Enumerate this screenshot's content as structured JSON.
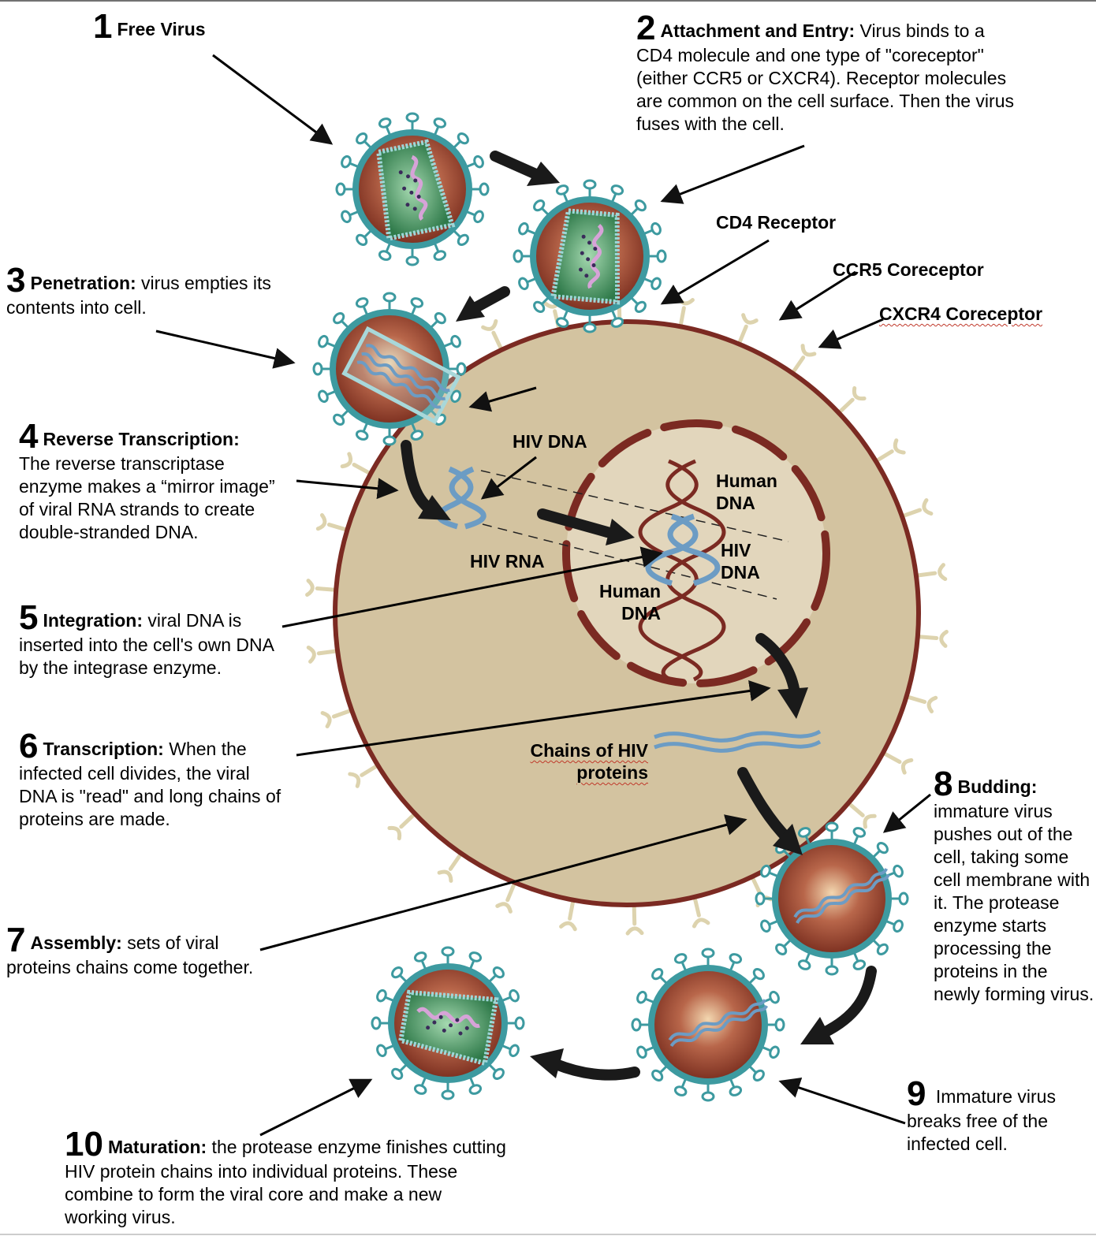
{
  "steps": [
    {
      "num": "1",
      "title": "Free Virus",
      "body": ""
    },
    {
      "num": "2",
      "title": "Attachment and Entry:",
      "body": " Virus binds to a CD4 molecule and one type of \"coreceptor\" (either CCR5 or CXCR4). Receptor molecules are common on the cell surface. Then the virus fuses with the cell."
    },
    {
      "num": "3",
      "title": "Penetration:",
      "body": " virus empties its contents into cell."
    },
    {
      "num": "4",
      "title": "Reverse Transcription:",
      "body": "The reverse transcriptase enzyme makes a “mirror image” of viral RNA strands to create double-stranded DNA."
    },
    {
      "num": "5",
      "title": "Integration:",
      "body": " viral DNA is inserted into the cell's own DNA by the integrase enzyme."
    },
    {
      "num": "6",
      "title": "Transcription:",
      "body": " When the infected cell divides, the viral DNA is \"read\" and long chains of proteins are made."
    },
    {
      "num": "7",
      "title": "Assembly:",
      "body": " sets of viral proteins chains come together."
    },
    {
      "num": "8",
      "title": "Budding:",
      "body": "immature virus pushes out of the cell, taking some cell membrane with it. The protease enzyme starts processing the proteins in the newly forming virus."
    },
    {
      "num": "9",
      "title": "",
      "body": " Immature virus breaks free of the infected cell."
    },
    {
      "num": "10",
      "title": "Maturation:",
      "body": " the protease enzyme finishes cutting HIV protein chains into individual proteins. These combine to form the viral core and make a new working virus."
    }
  ],
  "labels": {
    "cd4": "CD4 Receptor",
    "ccr5": "CCR5 Coreceptor",
    "cxcr4": "CXCR4 Coreceptor",
    "hiv_dna_1": "HIV DNA",
    "hiv_rna": "HIV RNA",
    "human_dna_top": "Human DNA",
    "hiv_dna_2": "HIV DNA",
    "human_dna_bottom": "Human DNA",
    "protein_chains": "Chains of HIV proteins"
  },
  "colors": {
    "cell": "#d3c3a0",
    "cell_border": "#7b2a22",
    "nucleus": "#e2d6bc",
    "virus_envelope": "#3d9aa0",
    "virus_core": "#8b3a25",
    "capsid": "#2f7a4a",
    "hiv_strand": "#6c9cc4",
    "human_strand": "#7b2a22",
    "receptor": "#ddd3ae"
  }
}
